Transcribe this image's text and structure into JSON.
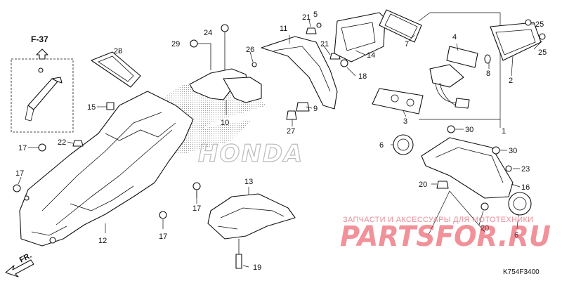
{
  "diagram": {
    "reference": "F-37",
    "direction_label": "FR.",
    "code": "K754F3400",
    "brand": "HONDA",
    "watermark": {
      "text": "ЗАПЧАСТИ И АКСЕССУАРЫ ДЛЯ МОТОТЕХНИКИ",
      "logo": "PARTSFOR.RU"
    },
    "callouts": [
      "1",
      "2",
      "3",
      "4",
      "5",
      "6",
      "6",
      "7",
      "8",
      "9",
      "10",
      "11",
      "12",
      "13",
      "14",
      "15",
      "16",
      "17",
      "17",
      "17",
      "17",
      "18",
      "19",
      "20",
      "20",
      "21",
      "21",
      "22",
      "23",
      "24",
      "25",
      "25",
      "26",
      "27",
      "28",
      "29",
      "30",
      "30"
    ]
  }
}
